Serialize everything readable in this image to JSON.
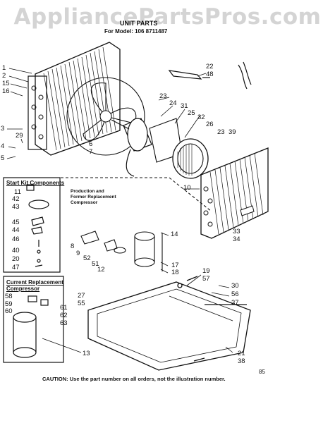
{
  "watermark": "AppliancePartsPros.com",
  "header": {
    "line1": "UNIT PARTS",
    "line2": "For Model: 106 8711487"
  },
  "sections": {
    "start_kit": "Start Kit Components",
    "production": "Production and\nFormer Replacement\nCompressor",
    "current": "Current Replacement\nCompressor"
  },
  "caution": "CAUTION: Use the part number on all orders, not the illustration number.",
  "page_code": "85",
  "callouts": [
    {
      "id": "c1",
      "text": "1"
    },
    {
      "id": "c2",
      "text": "2"
    },
    {
      "id": "c15",
      "text": "15"
    },
    {
      "id": "c16",
      "text": "16"
    },
    {
      "id": "c3",
      "text": "3"
    },
    {
      "id": "c29",
      "text": "29"
    },
    {
      "id": "c4",
      "text": "4"
    },
    {
      "id": "c5",
      "text": "5"
    },
    {
      "id": "c6",
      "text": "6"
    },
    {
      "id": "c7",
      "text": "7"
    },
    {
      "id": "c22",
      "text": "22"
    },
    {
      "id": "c48",
      "text": "48"
    },
    {
      "id": "c23a",
      "text": "23"
    },
    {
      "id": "c24",
      "text": "24"
    },
    {
      "id": "c31",
      "text": "31"
    },
    {
      "id": "c25",
      "text": "25"
    },
    {
      "id": "c32",
      "text": "32"
    },
    {
      "id": "c26",
      "text": "26"
    },
    {
      "id": "c23b",
      "text": "23"
    },
    {
      "id": "c39",
      "text": "39"
    },
    {
      "id": "c10",
      "text": "10"
    },
    {
      "id": "c11",
      "text": "11"
    },
    {
      "id": "c42",
      "text": "42"
    },
    {
      "id": "c43",
      "text": "43"
    },
    {
      "id": "c45",
      "text": "45"
    },
    {
      "id": "c44",
      "text": "44"
    },
    {
      "id": "c46",
      "text": "46"
    },
    {
      "id": "c40",
      "text": "40"
    },
    {
      "id": "c20",
      "text": "20"
    },
    {
      "id": "c47",
      "text": "47"
    },
    {
      "id": "c8",
      "text": "8"
    },
    {
      "id": "c9",
      "text": "9"
    },
    {
      "id": "c52",
      "text": "52"
    },
    {
      "id": "c51",
      "text": "51"
    },
    {
      "id": "c12",
      "text": "12"
    },
    {
      "id": "c14",
      "text": "14"
    },
    {
      "id": "c33",
      "text": "33"
    },
    {
      "id": "c34",
      "text": "34"
    },
    {
      "id": "c17",
      "text": "17"
    },
    {
      "id": "c18",
      "text": "18"
    },
    {
      "id": "c19",
      "text": "19"
    },
    {
      "id": "c57",
      "text": "57"
    },
    {
      "id": "c30",
      "text": "30"
    },
    {
      "id": "c56",
      "text": "56"
    },
    {
      "id": "c37",
      "text": "37"
    },
    {
      "id": "c27",
      "text": "27"
    },
    {
      "id": "c55",
      "text": "55"
    },
    {
      "id": "c58",
      "text": "58"
    },
    {
      "id": "c59",
      "text": "59"
    },
    {
      "id": "c60",
      "text": "60"
    },
    {
      "id": "c61",
      "text": "61"
    },
    {
      "id": "c62",
      "text": "62"
    },
    {
      "id": "c63",
      "text": "63"
    },
    {
      "id": "c13",
      "text": "13"
    },
    {
      "id": "c21",
      "text": "21"
    },
    {
      "id": "c38",
      "text": "38"
    }
  ]
}
